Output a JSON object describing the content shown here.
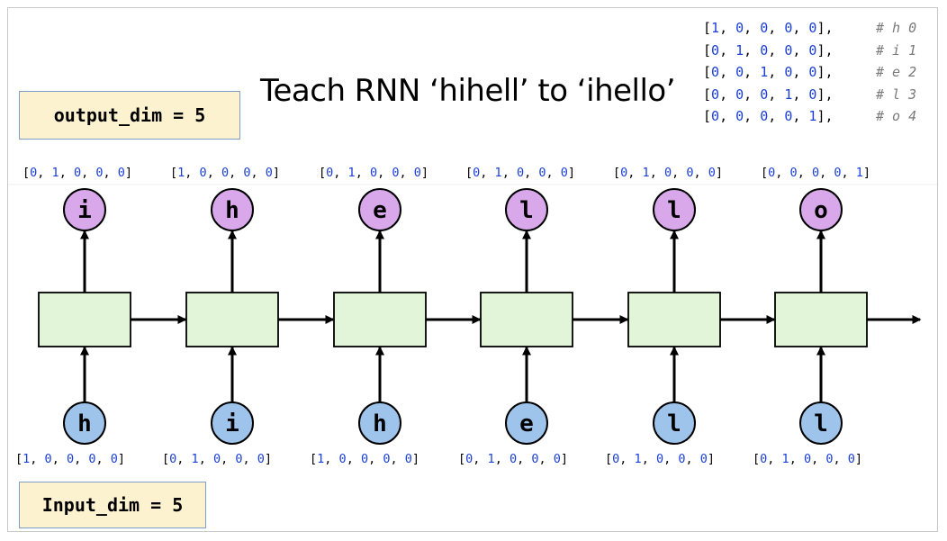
{
  "title": "Teach RNN ‘hihell’ to ‘ihello’",
  "output_dim_label": "output_dim = 5",
  "input_dim_label": "Input_dim = 5",
  "code_lines": [
    {
      "vec": [
        "1",
        "0",
        "0",
        "0",
        "0"
      ],
      "comment": "# h 0"
    },
    {
      "vec": [
        "0",
        "1",
        "0",
        "0",
        "0"
      ],
      "comment": "# i 1"
    },
    {
      "vec": [
        "0",
        "0",
        "1",
        "0",
        "0"
      ],
      "comment": "# e 2"
    },
    {
      "vec": [
        "0",
        "0",
        "0",
        "1",
        "0"
      ],
      "comment": "# l 3"
    },
    {
      "vec": [
        "0",
        "0",
        "0",
        "0",
        "1"
      ],
      "comment": "# o 4"
    }
  ],
  "outputs": [
    {
      "char": "i",
      "vec": [
        "0",
        "1",
        "0",
        "0",
        "0"
      ]
    },
    {
      "char": "h",
      "vec": [
        "1",
        "0",
        "0",
        "0",
        "0"
      ]
    },
    {
      "char": "e",
      "vec": [
        "0",
        "1",
        "0",
        "0",
        "0"
      ]
    },
    {
      "char": "l",
      "vec": [
        "0",
        "1",
        "0",
        "0",
        "0"
      ]
    },
    {
      "char": "l",
      "vec": [
        "0",
        "1",
        "0",
        "0",
        "0"
      ]
    },
    {
      "char": "o",
      "vec": [
        "0",
        "0",
        "0",
        "0",
        "1"
      ]
    }
  ],
  "inputs": [
    {
      "char": "h",
      "vec": [
        "1",
        "0",
        "0",
        "0",
        "0"
      ]
    },
    {
      "char": "i",
      "vec": [
        "0",
        "1",
        "0",
        "0",
        "0"
      ]
    },
    {
      "char": "h",
      "vec": [
        "1",
        "0",
        "0",
        "0",
        "0"
      ]
    },
    {
      "char": "e",
      "vec": [
        "0",
        "1",
        "0",
        "0",
        "0"
      ]
    },
    {
      "char": "l",
      "vec": [
        "0",
        "1",
        "0",
        "0",
        "0"
      ]
    },
    {
      "char": "l",
      "vec": [
        "0",
        "1",
        "0",
        "0",
        "0"
      ]
    }
  ],
  "colors": {
    "output_node": "#d8a8ea",
    "input_node": "#9ec4ec",
    "cell": "#e2f5d8",
    "vector_number": "#1a3fd8",
    "label_box": "#fdf2d0"
  }
}
